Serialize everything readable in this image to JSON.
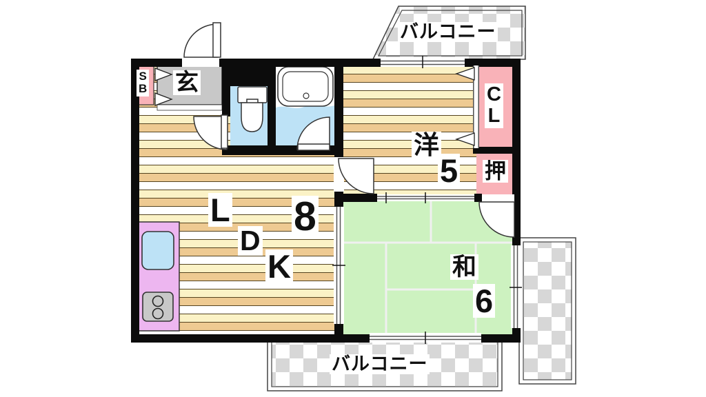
{
  "title": "apartment floor plan",
  "balconies": {
    "top_label": "バルコニー",
    "bottom_label": "バルコニー"
  },
  "rooms": {
    "ldk": {
      "letters": [
        "L",
        "D",
        "K"
      ],
      "size": "8"
    },
    "western": {
      "name": "洋",
      "size": "5"
    },
    "japanese": {
      "name": "和",
      "size": "6"
    },
    "entrance": {
      "name": "玄"
    },
    "shoe_box": {
      "lines": [
        "S",
        "B"
      ]
    },
    "closet": {
      "lines": [
        "C",
        "L"
      ]
    },
    "oshiire": {
      "name": "押"
    }
  },
  "colors": {
    "wall": "#0c0c0c",
    "wood_tan": "#eeca92",
    "wood_cream": "#fbf2c6",
    "tatami_green": "#cdf2c0",
    "closet_pink": "#f9b2b8",
    "kitchen_purple": "#edb6f0",
    "water_blue": "#bde2f6",
    "entrance_gray": "#c8c8c8",
    "balcony_checker_gray": "#d7d7d7"
  }
}
